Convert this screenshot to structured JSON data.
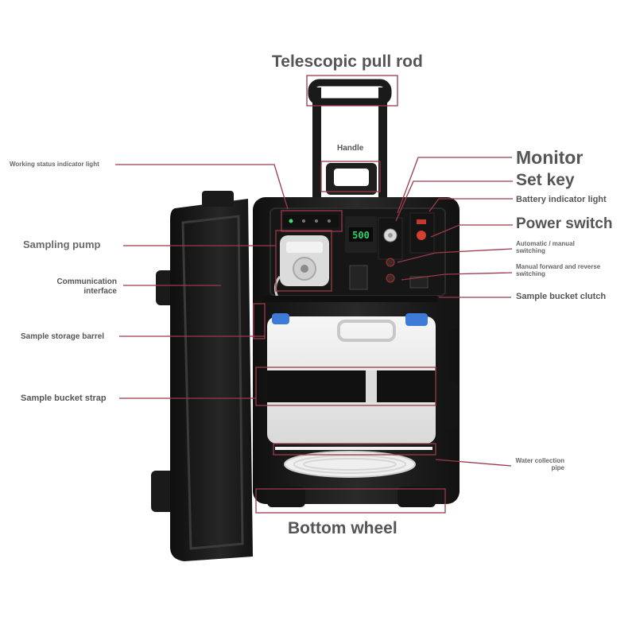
{
  "labels": {
    "telescopic_pull_rod": "Telescopic pull rod",
    "handle": "Handle",
    "working_status_indicator_light": "Working status indicator light",
    "monitor": "Monitor",
    "set_key": "Set key",
    "battery_indicator_light": "Battery indicator light",
    "power_switch": "Power switch",
    "sampling_pump": "Sampling pump",
    "automatic_manual_switching_1": "Automatic / manual",
    "automatic_manual_switching_2": "switching",
    "communication_interface_1": "Communication",
    "communication_interface_2": "interface",
    "manual_forward_reverse_1": "Manual forward and reverse",
    "manual_forward_reverse_2": "switching",
    "sample_bucket_clutch": "Sample bucket clutch",
    "sample_storage_barrel": "Sample storage barrel",
    "sample_bucket_strap": "Sample bucket strap",
    "water_collection_pipe_1": "Water collection",
    "water_collection_pipe_2": "pipe",
    "bottom_wheel": "Bottom wheel"
  },
  "device": {
    "display_reading": "500"
  },
  "colors": {
    "callout_line": "#9b3a4a",
    "case_body": "#1c1c1c",
    "display_digits": "#2bd46a",
    "barrel": "#e9e9e9"
  }
}
